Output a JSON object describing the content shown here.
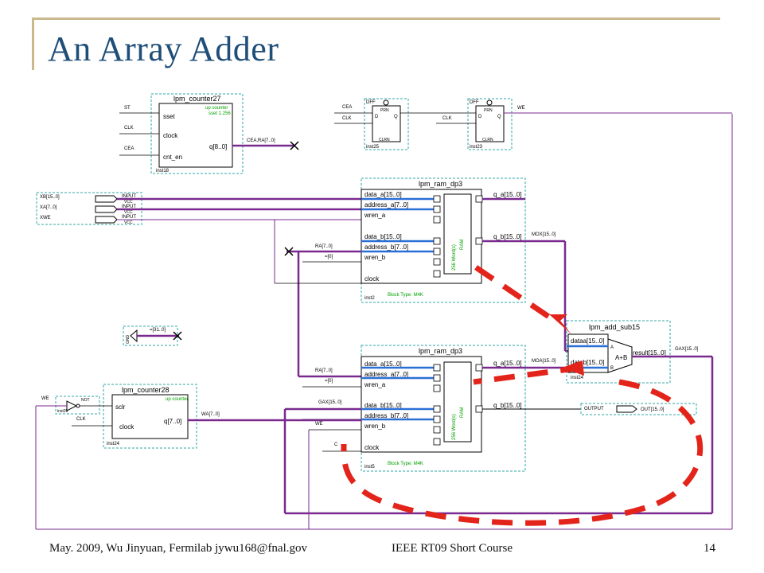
{
  "title": "An Array Adder",
  "footer": {
    "left": "May. 2009, Wu Jinyuan, Fermilab jywu168@fnal.gov",
    "center": "IEEE RT09 Short Course",
    "page": "14"
  },
  "counter27": {
    "name": "lpm_counter27",
    "type1": "up counter",
    "type2": "sset 1.256",
    "port_sset": "sset",
    "port_clock": "clock",
    "port_cnt_en": "cnt_en",
    "port_q": "q[8..0]",
    "inst": "inst18",
    "in_st": "ST",
    "in_clk": "CLK",
    "in_cea": "CEA",
    "out_label": "CEA,RA[7..0]"
  },
  "dff1": {
    "label": "DFF",
    "pre": "PRN",
    "d": "D",
    "q": "Q",
    "clrn": "CLRN",
    "inst": "inst25",
    "in_cea": "CEA",
    "in_clk": "CLK"
  },
  "dff2": {
    "label": "DFF",
    "pre": "PRN",
    "d": "D",
    "q": "Q",
    "clrn": "CLRN",
    "inst": "inst23",
    "in_clk": "CLK",
    "out_we": "WE"
  },
  "inputs": {
    "xb": "XB[15..0]",
    "xa": "XA[7..0]",
    "xwe": "XWE",
    "in": "INPUT",
    "vcc": "VCC"
  },
  "ram1": {
    "name": "lpm_ram_dp3",
    "p_data_a": "data_a[15..0]",
    "p_addr_a": "address_a[7..0]",
    "p_wren_a": "wren_a",
    "p_data_b": "data_b[15..0]",
    "p_addr_b": "address_b[7..0]",
    "p_wren_b": "wren_b",
    "p_clock": "clock",
    "p_qa": "q_a[15..0]",
    "p_qb": "q_b[15..0]",
    "words": "256 Word(s)",
    "ram": "RAM",
    "inst": "inst2",
    "block": "Block Type: M4K",
    "ra": "RA[7..0]",
    "zero": "=[0]",
    "out_mox": "MOX[15..0]"
  },
  "gnd": {
    "label": "GND",
    "sig": "=[31..0]"
  },
  "ram2": {
    "name": "lpm_ram_dp3",
    "p_data_a": "data_a[15..0]",
    "p_addr_a": "address_a[7..0]",
    "p_wren_a": "wren_a",
    "p_data_b": "data_b[15..0]",
    "p_addr_b": "address_b[7..0]",
    "p_wren_b": "wren_b",
    "p_clock": "clock",
    "p_qa": "q_a[15..0]",
    "p_qb": "q_b[15..0]",
    "words": "256 Word(s)",
    "ram": "RAM",
    "inst": "inst5",
    "block": "Block Type: M4K",
    "ra": "RA[7..0]",
    "zero": "=[0]",
    "gax": "GAX[15..0]",
    "we": "WE",
    "clk": "C",
    "out_moa": "MOA[15..0]"
  },
  "addsub": {
    "name": "lpm_add_sub15",
    "p_a": "dataa[15..0]",
    "p_b": "datab[15..0]",
    "p_res": "result[15..0]",
    "a": "A",
    "b": "B",
    "op": "A+B",
    "inst": "inst24",
    "out_gax": "GAX[15..0]"
  },
  "output": {
    "label": "OUTPUT",
    "sig": "OUT[15..0]"
  },
  "counter28": {
    "name": "lpm_counter28",
    "type1": "up counter",
    "port_sclr": "sclr",
    "port_clock": "clock",
    "port_q": "q[7..0]",
    "inst": "inst24",
    "out_label": "WA[7..0]",
    "not_label": "NOT",
    "not_inst": "inst26",
    "in_we": "WE",
    "in_clk": "CLK"
  },
  "colors": {
    "bus_purple": "#7a2a8f",
    "bus_blue": "#2a6fd6",
    "arrow_red": "#e3241b",
    "frame": "#c9b98c",
    "title": "#1f4e79"
  }
}
